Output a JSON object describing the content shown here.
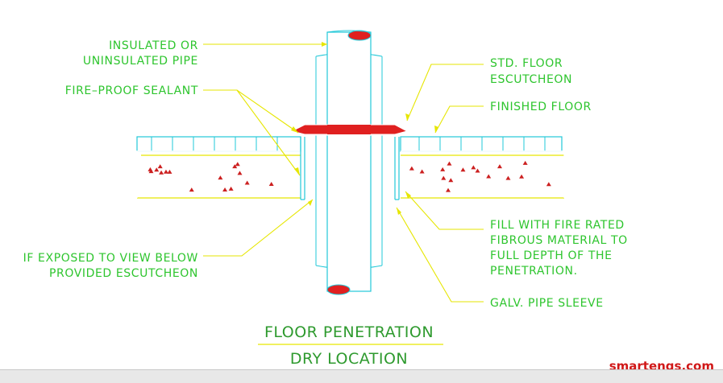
{
  "labels": {
    "pipe_1": "INSULATED OR",
    "pipe_2": "UNINSULATED PIPE",
    "sealant": "FIRE–PROOF SEALANT",
    "escutcheon_1": "STD. FLOOR",
    "escutcheon_2": "ESCUTCHEON",
    "finished_floor": "FINISHED FLOOR",
    "fill_1": "FILL WITH FIRE RATED",
    "fill_2": "FIBROUS MATERIAL TO",
    "fill_3": "FULL DEPTH OF THE",
    "fill_4": "PENETRATION.",
    "exposed_1": "IF EXPOSED TO VIEW BELOW",
    "exposed_2": "PROVIDED ESCUTCHEON",
    "sleeve": "GALV. PIPE SLEEVE"
  },
  "title": {
    "line1": "FLOOR PENETRATION",
    "line2": "DRY LOCATION"
  },
  "watermark": "smartengs.com",
  "colors": {
    "background": "#ffffff",
    "label": "#2ec52e",
    "leader": "#e6e600",
    "pipe": "#22c8d8",
    "sealant": "#e02020",
    "concrete_dots": "#cc2020"
  }
}
